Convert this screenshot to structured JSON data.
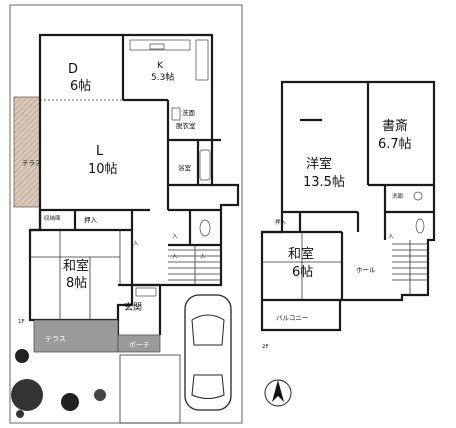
{
  "floor1": {
    "label": "1F",
    "rooms": {
      "dining": {
        "name": "D",
        "size": "6帖"
      },
      "kitchen": {
        "name": "K",
        "size": "5.3帖"
      },
      "living": {
        "name": "L",
        "size": "10帖"
      },
      "washroom": {
        "name": "洗面",
        "sub": "脱衣室"
      },
      "bath": {
        "name": "浴室"
      },
      "storage": {
        "name": "収納庫"
      },
      "closet": {
        "name": "押入"
      },
      "japanese": {
        "name": "和室",
        "size": "8帖"
      },
      "entrance": {
        "name": "玄関"
      },
      "small": [
        "入",
        "入",
        "入",
        "入"
      ]
    },
    "terrace_left": "テラス",
    "terrace_bottom": "テラス",
    "porch": "ポーチ"
  },
  "floor2": {
    "label": "2F",
    "rooms": {
      "western": {
        "name": "洋室",
        "size": "13.5帖"
      },
      "study": {
        "name": "書斎",
        "size": "6.7帖"
      },
      "washroom": {
        "name": "洗面"
      },
      "closet": {
        "name": "押入"
      },
      "japanese": {
        "name": "和室",
        "size": "6帖"
      },
      "hall": {
        "name": "ホール"
      },
      "balcony": {
        "name": "バルコニー"
      },
      "small": "入"
    }
  }
}
